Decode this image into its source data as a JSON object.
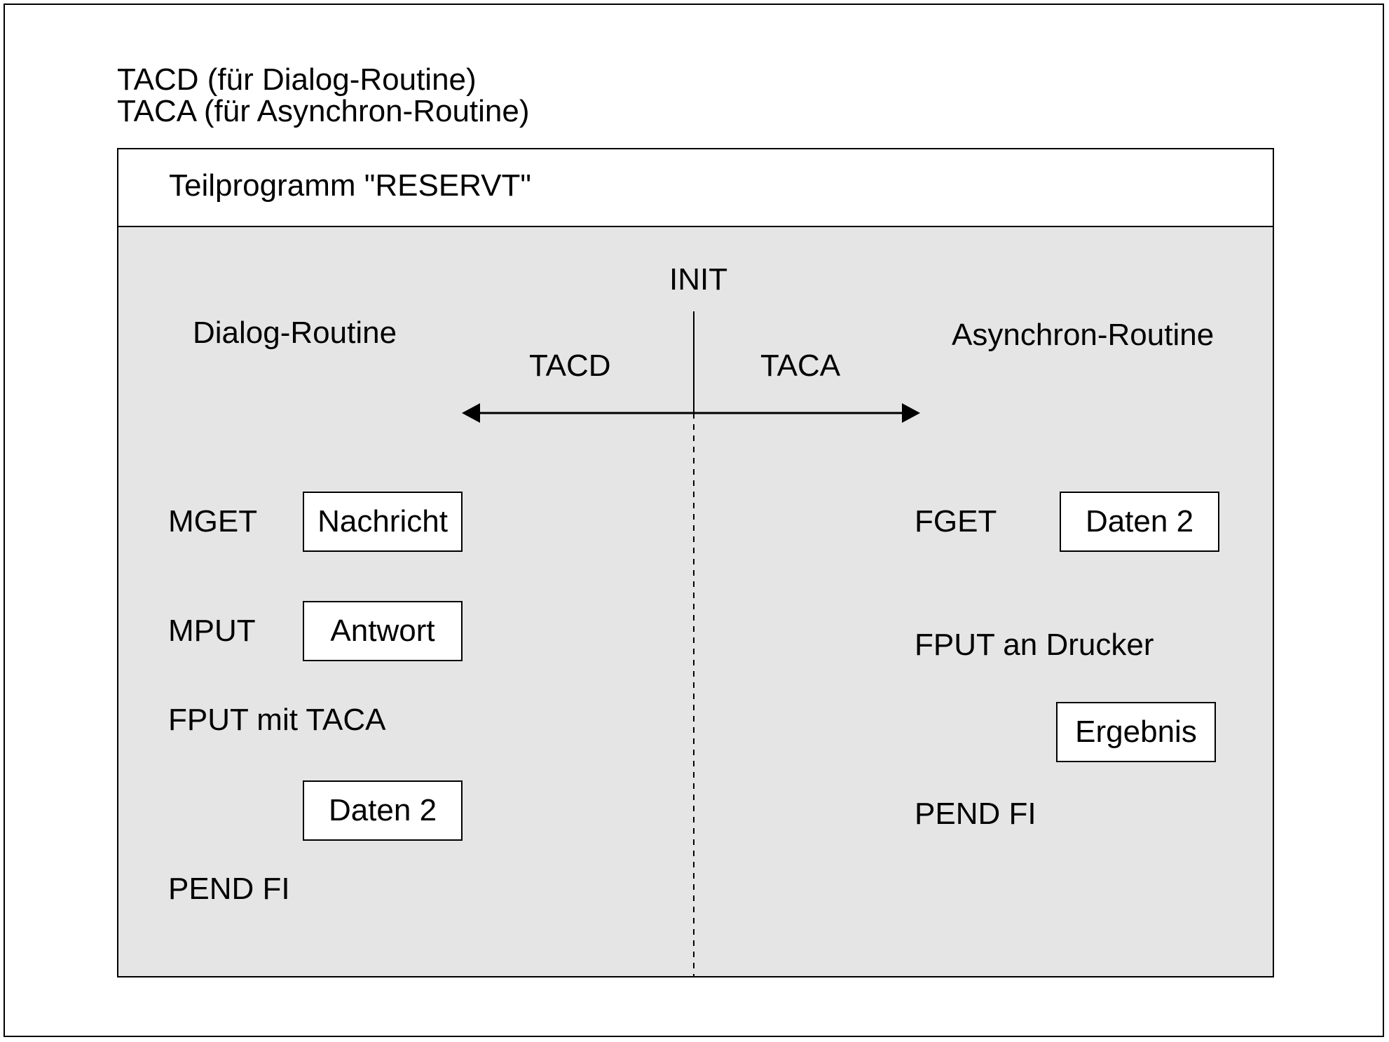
{
  "header": {
    "line1": "TACD (für Dialog-Routine)",
    "line2": "TACA (für Asynchron-Routine)"
  },
  "program": {
    "title": "Teilprogramm \"RESERVT\"",
    "init_label": "INIT",
    "tacd_label": "TACD",
    "taca_label": "TACA"
  },
  "dialog": {
    "title": "Dialog-Routine",
    "mget": "MGET",
    "mget_box": "Nachricht",
    "mput": "MPUT",
    "mput_box": "Antwort",
    "fput": "FPUT mit TACA",
    "fput_box": "Daten 2",
    "pend": "PEND FI"
  },
  "async": {
    "title": "Asynchron-Routine",
    "fget": "FGET",
    "fget_box": "Daten 2",
    "fput": "FPUT an Drucker",
    "fput_box": "Ergebnis",
    "pend": "PEND FI"
  }
}
